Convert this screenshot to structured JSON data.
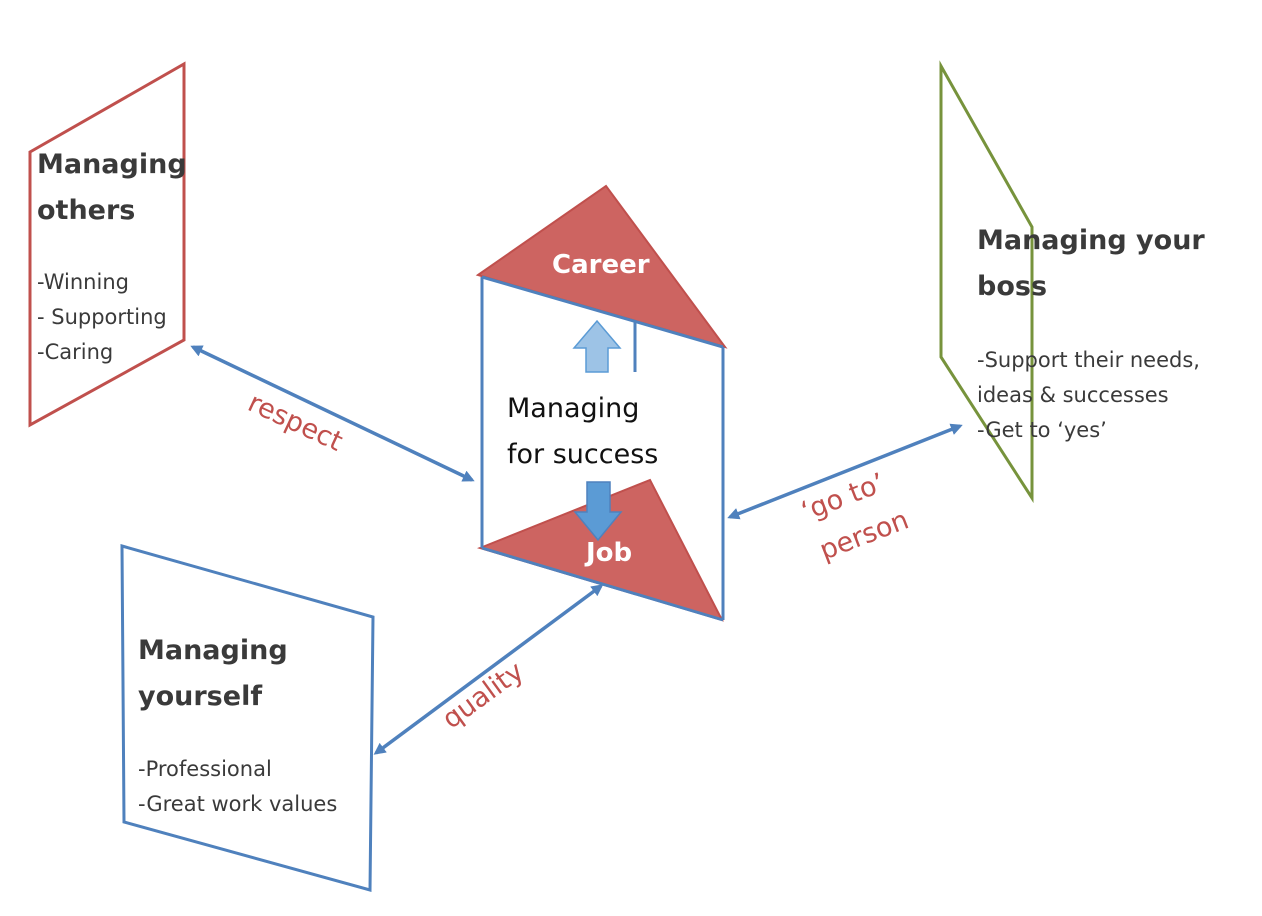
{
  "colors": {
    "red_panel": "#c0504d",
    "red_fill": "#cd6461",
    "blue_panel": "#4f81bd",
    "blue_arrow": "#5b9bd5",
    "light_blue_arrow": "#9dc3e6",
    "green_panel": "#77933c",
    "relation_text": "#c0504d"
  },
  "nodes": {
    "others": {
      "title": [
        "Managing",
        "others"
      ],
      "items": [
        "-Winning",
        "- Supporting",
        "-Caring"
      ]
    },
    "boss": {
      "title": [
        "Managing your",
        "boss"
      ],
      "items": [
        "-Support their needs,",
        "ideas & successes",
        "-Get to ‘yes’"
      ]
    },
    "yourself": {
      "title": [
        "Managing",
        "yourself"
      ],
      "items": [
        "-Professional",
        "-Great work values"
      ]
    },
    "center": {
      "lines": [
        "Managing",
        "for success"
      ],
      "top_triangle": "Career",
      "bottom_triangle": "Job"
    }
  },
  "relations": {
    "others": "respect",
    "boss": [
      "‘go to’",
      "person"
    ],
    "yourself": "quality"
  }
}
